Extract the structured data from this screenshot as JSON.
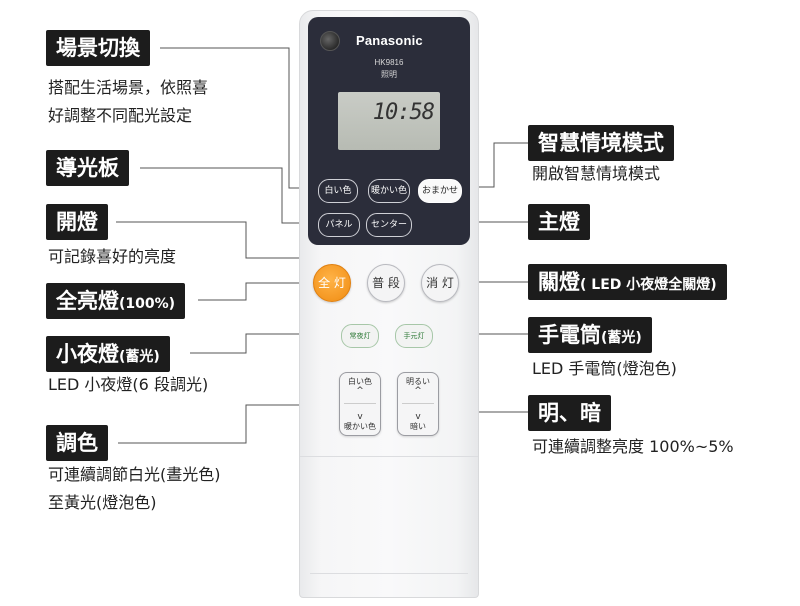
{
  "labels": {
    "scene": {
      "title": "場景切換",
      "desc1": "搭配生活場景，依照喜",
      "desc2": "好調整不同配光設定"
    },
    "guide": {
      "title": "導光板"
    },
    "memory": {
      "title": "開燈",
      "desc1": "可記錄喜好的亮度"
    },
    "full": {
      "title": "全亮燈",
      "sub": "(100%)"
    },
    "night": {
      "title": "小夜燈",
      "sub": "(蓄光)",
      "desc1": "LED 小夜燈(6 段調光)"
    },
    "color": {
      "title": "調色",
      "desc1": "可連續調節白光(晝光色)",
      "desc2": "至黃光(燈泡色)"
    },
    "smart": {
      "title": "智慧情境模式",
      "desc1": "開啟智慧情境模式"
    },
    "main": {
      "title": "主燈"
    },
    "off": {
      "title": "關燈",
      "sub": "( LED 小夜燈全關燈)"
    },
    "flash": {
      "title": "手電筒",
      "sub": "(蓄光)",
      "desc1": "LED 手電筒(燈泡色)"
    },
    "bright": {
      "title": "明、暗",
      "desc1": "可連續調整亮度 100%~5%"
    }
  },
  "remote": {
    "brand": "Panasonic",
    "model": "HK9816",
    "model_sub": "照明",
    "lcd_time": "10:58",
    "btn_white": "白い色",
    "btn_warm": "暖かい色",
    "btn_omakase": "おまかせ",
    "btn_panel": "パネル",
    "btn_center": "センター",
    "btn_full": "全 灯",
    "btn_normal": "普 段",
    "btn_off": "消 灯",
    "btn_night": "常夜灯",
    "btn_flash": "手元灯",
    "color_top": "白い色",
    "color_up": "^",
    "color_dn": "v",
    "color_bot": "暖かい色",
    "bright_top": "明るい",
    "bright_up": "^",
    "bright_dn": "v",
    "bright_bot": "暗い"
  }
}
